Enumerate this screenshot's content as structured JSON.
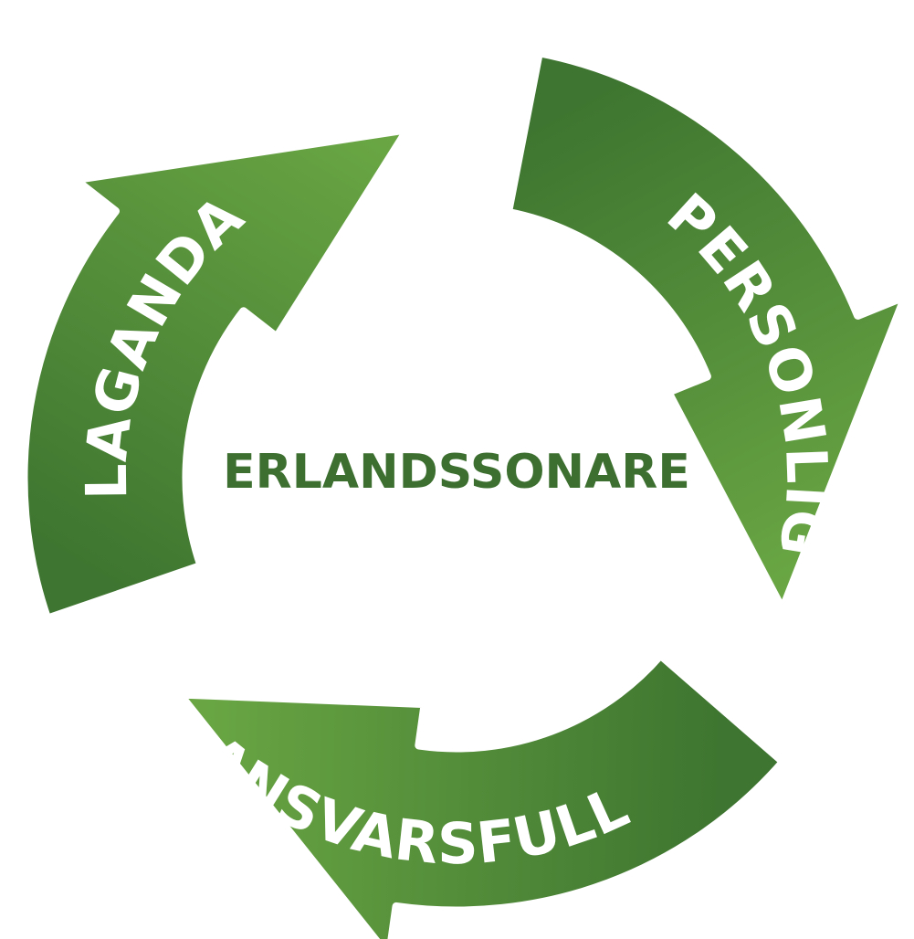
{
  "diagram": {
    "center_label": "ERLANDSSONARE",
    "segments": [
      {
        "label": "PERSONLIG"
      },
      {
        "label": "ANSVARSFULL"
      },
      {
        "label": "LAGANDA"
      }
    ],
    "colors": {
      "arrow_dark": "#3e7530",
      "arrow_light": "#6ba844",
      "arrow_outline": "#ffffff",
      "label_text": "#ffffff",
      "center_text": "#3d7030",
      "background": "#ffffff"
    }
  }
}
